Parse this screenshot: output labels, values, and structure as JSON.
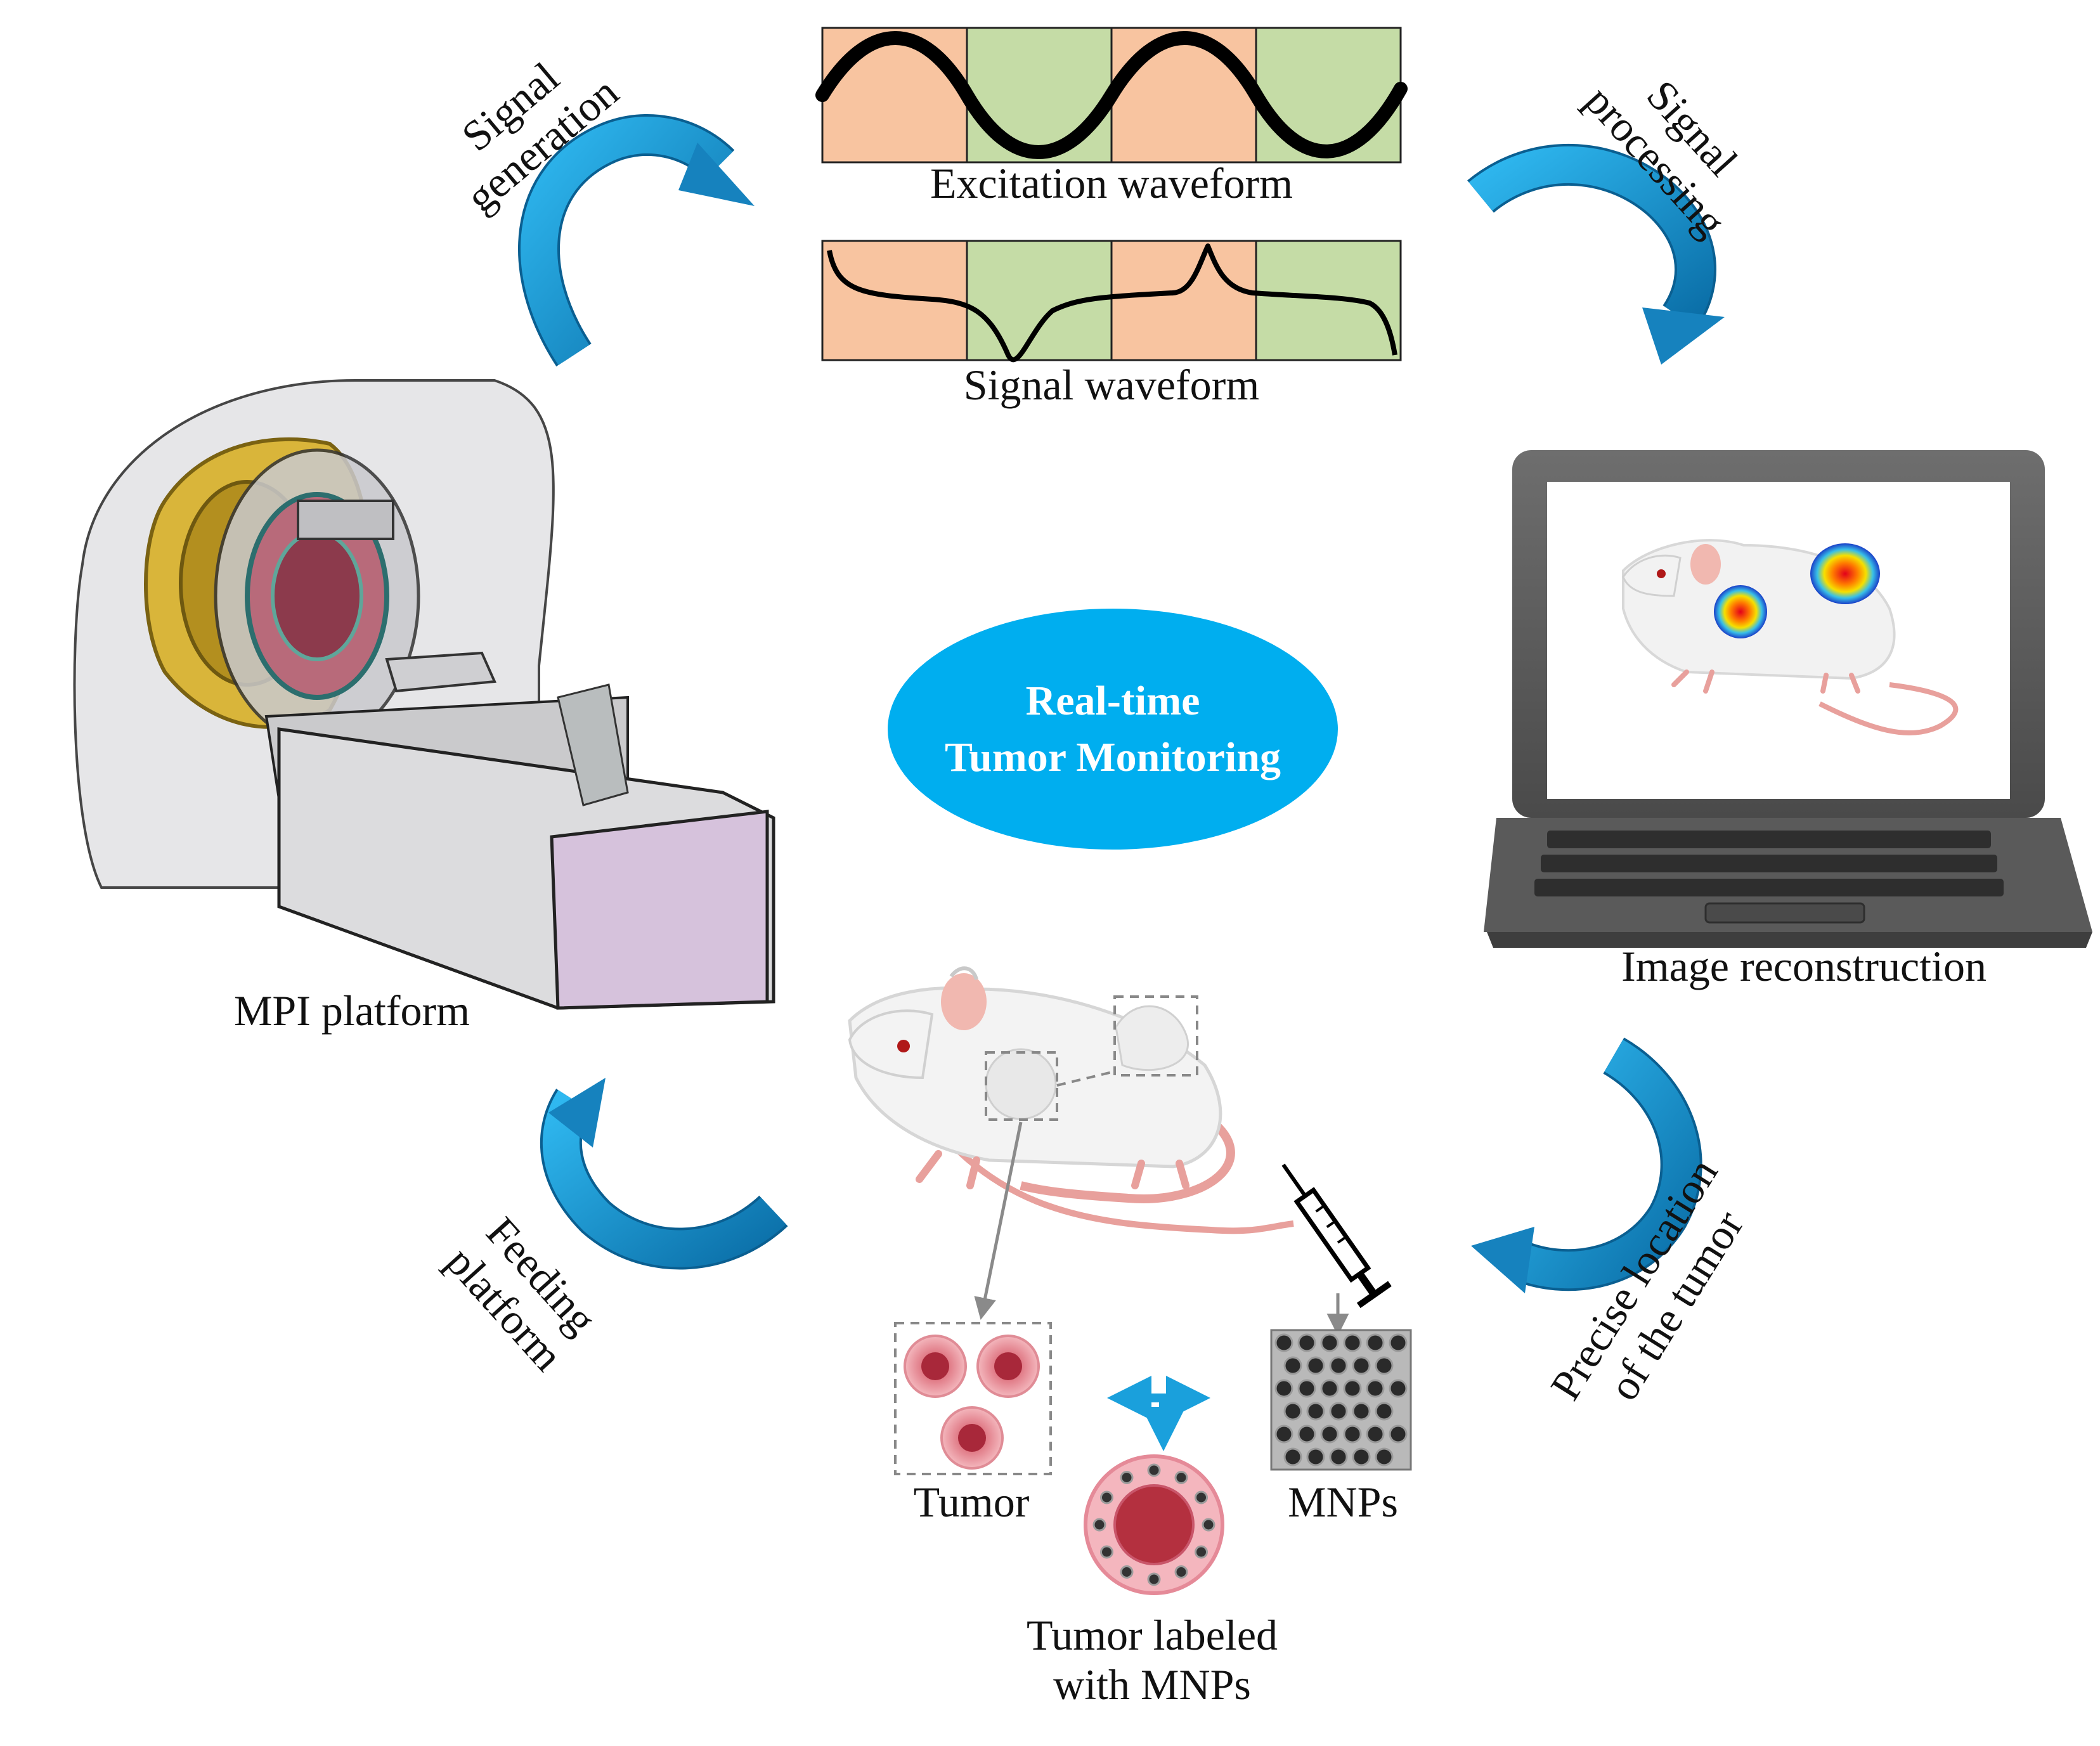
{
  "center": {
    "line1": "Real-time",
    "line2": "Tumor Monitoring",
    "color": "#00AEEF"
  },
  "waveforms": {
    "excitation_label": "Excitation waveform",
    "signal_label": "Signal waveform",
    "cell_colors": [
      "#F8C4A0",
      "#C5DCA6"
    ]
  },
  "stages": {
    "signal_generation": [
      "Signal",
      "generation"
    ],
    "signal_processing": [
      "Signal",
      "processing"
    ],
    "image_reconstruction": "Image reconstruction",
    "precise_location": [
      "Precise location",
      "of the tumor"
    ],
    "feeding_platform": [
      "Feeding",
      "platform"
    ],
    "mpi_platform": "MPI platform"
  },
  "labeling": {
    "tumor": "Tumor",
    "mnps": "MNPs",
    "labeled": [
      "Tumor labeled",
      "with MNPs"
    ]
  },
  "arrow_color": "#1AA0DC"
}
